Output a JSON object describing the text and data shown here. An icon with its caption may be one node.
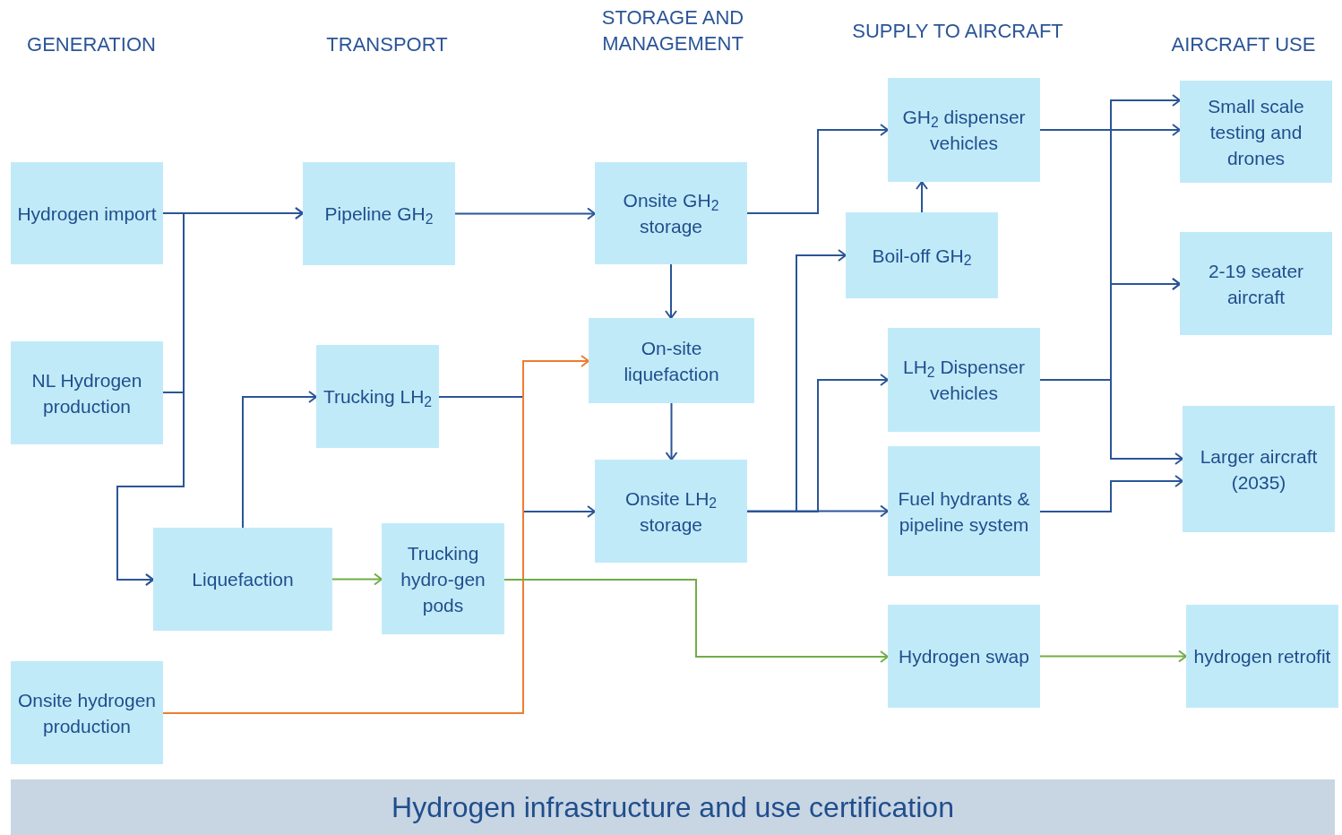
{
  "diagram": {
    "nodes": [
      {
        "text": [
          "Hydrogen import"
        ]
      },
      {
        "text": [
          "NL Hydrogen production"
        ]
      },
      {
        "text": [
          "Onsite hydrogen production"
        ]
      },
      {
        "text": [
          "Pipeline GH$_{2}$"
        ]
      },
      {
        "text": [
          "Trucking LH$_{2}$"
        ]
      },
      {
        "text": [
          "Liquefaction"
        ]
      },
      {
        "text": [
          "Trucking hydro-gen pods"
        ]
      },
      {
        "text": [
          "Onsite GH$_{2}$ storage"
        ]
      },
      {
        "text": [
          "On-site liquefaction"
        ]
      },
      {
        "text": [
          "Onsite LH$_{2}$ storage"
        ]
      },
      {
        "text": [
          "GH$_{2}$ dispenser vehicles"
        ]
      },
      {
        "text": [
          "Boil-off GH$_{2}$"
        ]
      },
      {
        "text": [
          "LH$_{2}$ Dispenser vehicles"
        ]
      },
      {
        "text": [
          "Fuel hydrants & pipeline system"
        ]
      },
      {
        "text": [
          "Hydrogen swap"
        ]
      },
      {
        "text": [
          "Small scale testing and drones"
        ]
      },
      {
        "text": [
          "2-19 seater aircraft"
        ]
      },
      {
        "text": [
          "Larger aircraft (2035)"
        ]
      },
      {
        "text": [
          "hydrogen retrofit"
        ]
      },
      {
        "text": [
          "Hydrogen infrastructure and use certification"
        ]
      }
    ],
    "edges": [
      {
        "from": 0,
        "to": 3,
        "arrow": "to"
      },
      {
        "from": 0,
        "to": 5,
        "arrow": "to"
      },
      {
        "from": 1,
        "to": 3,
        "arrow": "to"
      },
      {
        "from": 1,
        "to": 5,
        "arrow": "to"
      },
      {
        "from": 5,
        "to": 4,
        "arrow": "to"
      },
      {
        "from": 5,
        "to": 6,
        "arrow": "to",
        "color": "#70ad47"
      },
      {
        "from": 3,
        "to": 7,
        "arrow": "to"
      },
      {
        "from": 7,
        "to": 10,
        "arrow": "to"
      },
      {
        "from": 7,
        "to": 8,
        "arrow": "to"
      },
      {
        "from": 8,
        "to": 9,
        "arrow": "to"
      },
      {
        "from": 4,
        "to": 9,
        "arrow": "to"
      },
      {
        "from": 2,
        "to": 8,
        "arrow": "to",
        "color": "#ed7d31"
      },
      {
        "from": 9,
        "to": 11,
        "arrow": "to"
      },
      {
        "from": 9,
        "to": 12,
        "arrow": "to"
      },
      {
        "from": 9,
        "to": 13,
        "arrow": "to"
      },
      {
        "from": 11,
        "to": 10,
        "arrow": "to"
      },
      {
        "from": 10,
        "to": 15,
        "arrow": "to"
      },
      {
        "from": 12,
        "to": 15,
        "arrow": "to"
      },
      {
        "from": 10,
        "to": 16,
        "arrow": "to"
      },
      {
        "from": 12,
        "to": 16,
        "arrow": "to"
      },
      {
        "from": 12,
        "to": 17,
        "arrow": "to"
      },
      {
        "from": 13,
        "to": 17,
        "arrow": "to"
      },
      {
        "from": 6,
        "to": 14,
        "arrow": "to",
        "color": "#70ad47"
      },
      {
        "from": 14,
        "to": 18,
        "arrow": "to",
        "color": "#70ad47"
      }
    ],
    "labels": [
      "GENERATION",
      "TRANSPORT",
      "STORAGE AND MANAGEMENT",
      "SUPPLY TO AIRCRAFT",
      "AIRCRAFT USE"
    ]
  }
}
